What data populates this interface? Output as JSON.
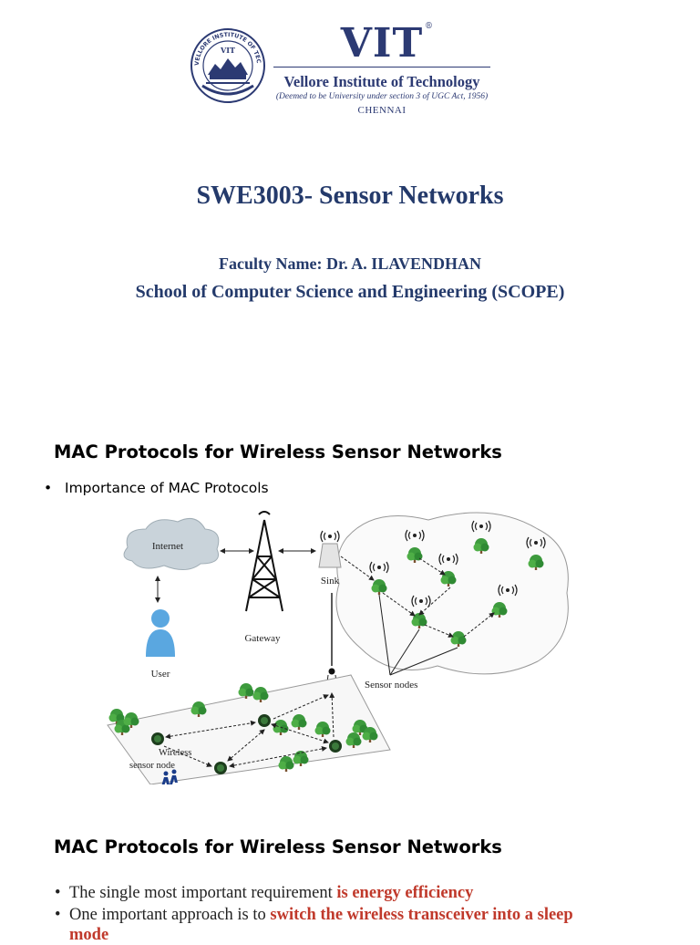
{
  "slide1": {
    "seal_text": "VELLORE INSTITUTE OF TECHNOLOGY",
    "seal_inner": "VIT",
    "logo_word": "VIT",
    "registered_mark": "®",
    "institute_name": "Vellore Institute of Technology",
    "deemed_line": "(Deemed to be University under section 3 of UGC Act, 1956)",
    "city": "CHENNAI",
    "course_title": "SWE3003- Sensor Networks",
    "faculty": "Faculty Name: Dr. A. ILAVENDHAN",
    "school": "School of Computer Science and Engineering (SCOPE)",
    "colors": {
      "brand": "#2c3a73",
      "title": "#243a6b"
    }
  },
  "slide2": {
    "heading": "MAC Protocols for Wireless Sensor Networks",
    "bullet": "Importance of MAC Protocols",
    "diagram": {
      "internet": "Internet",
      "user": "User",
      "gateway": "Gateway",
      "sink": "Sink",
      "sensor_nodes": "Sensor nodes",
      "wireless_label_1": "Wireless",
      "wireless_label_2": "sensor node"
    }
  },
  "slide3": {
    "heading": "MAC Protocols for Wireless Sensor Networks",
    "bullets": [
      {
        "prefix": "The single most important requirement ",
        "highlight": "is energy efficiency"
      },
      {
        "prefix": "One important approach is to ",
        "highlight": "switch the wireless transceiver into a sleep"
      }
    ],
    "continuation": "mode",
    "highlight_color": "#c0392b"
  }
}
